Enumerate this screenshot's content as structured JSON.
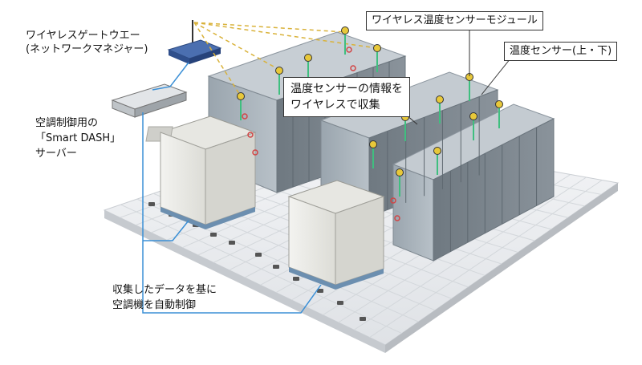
{
  "labels": {
    "gateway_line1": "ワイヤレスゲートウエー",
    "gateway_line2": "(ネットワークマネジャー)",
    "module": "ワイヤレス温度センサーモジュール",
    "sensor": "温度センサー(上・下)",
    "collect_line1": "温度センサーの情報を",
    "collect_line2": "ワイヤレスで収集",
    "server_line1": "空調制御用の",
    "server_line2": "「Smart DASH」",
    "server_line3": "サーバー",
    "control_line1": "収集したデータを基に",
    "control_line2": "空調機を自動制御"
  },
  "colors": {
    "floor": "#e9ebee",
    "rack_light": "#a9b4bd",
    "rack_dark": "#7d8790",
    "cable": "#3a8fd6",
    "wireless": "#d9b23a",
    "sensor_yellow": "#e8c83a",
    "sensor_green": "#3fbf7f",
    "sensor_red": "#d24545"
  }
}
